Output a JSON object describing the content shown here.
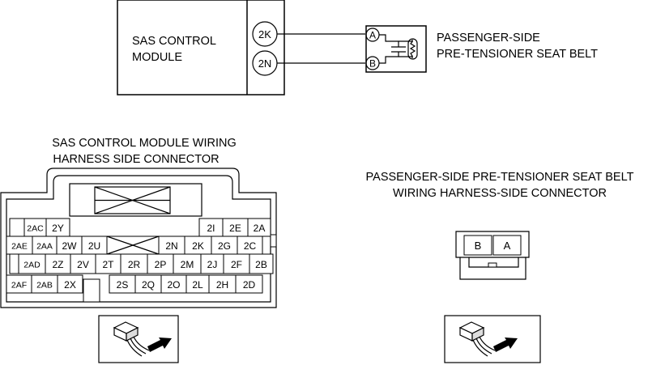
{
  "module": {
    "name_line1": "SAS CONTROL",
    "name_line2": "MODULE",
    "terminals": [
      "2K",
      "2N"
    ]
  },
  "seatbelt": {
    "name_line1": "PASSENGER-SIDE",
    "name_line2": "PRE-TENSIONER SEAT BELT",
    "terminals": [
      "A",
      "B"
    ]
  },
  "module_connector": {
    "title_line1": "SAS CONTROL MODULE WIRING",
    "title_line2": "HARNESS SIDE CONNECTOR",
    "rows": [
      [
        "2AC",
        "2Y",
        "2I",
        "2E",
        "2A"
      ],
      [
        "2AE",
        "2AA",
        "2W",
        "2U",
        "2N",
        "2K",
        "2G",
        "2C"
      ],
      [
        "2AD",
        "2Z",
        "2V",
        "2T",
        "2R",
        "2P",
        "2M",
        "2J",
        "2F",
        "2B"
      ],
      [
        "2AF",
        "2AB",
        "2X",
        "2S",
        "2Q",
        "2O",
        "2L",
        "2H",
        "2D"
      ]
    ]
  },
  "seatbelt_connector": {
    "title_line1": "PASSENGER-SIDE PRE-TENSIONER SEAT BELT",
    "title_line2": "WIRING HARNESS-SIDE CONNECTOR",
    "pins": [
      "B",
      "A"
    ]
  },
  "icons": [
    "harness-side-connector-view-icon",
    "harness-side-connector-view-icon"
  ]
}
